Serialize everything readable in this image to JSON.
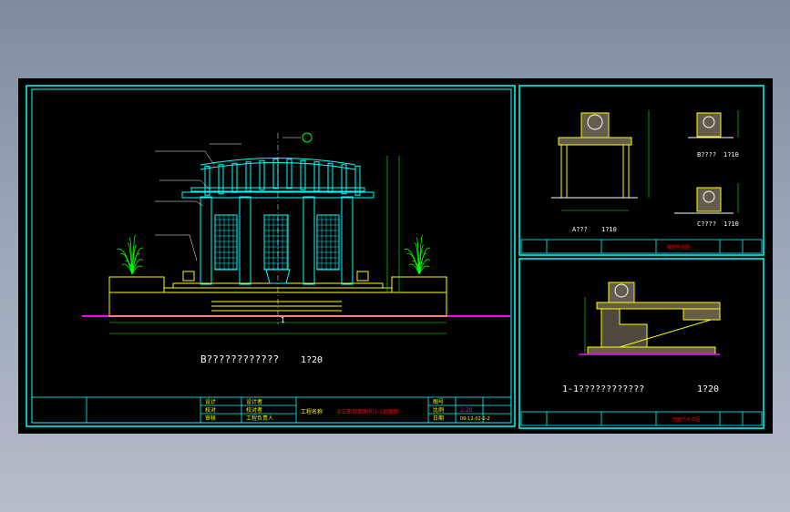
{
  "drawing": {
    "main_title": "B????????????",
    "main_scale": "1?20",
    "detail_a_label": "A???",
    "detail_a_scale": "1?10",
    "detail_b_label": "B????",
    "detail_b_scale": "1?10",
    "detail_c_label": "C????",
    "detail_c_scale": "1?10",
    "section_title": "1-1????????????",
    "section_scale": "1?20",
    "center_axis": "1"
  },
  "colors": {
    "background": "#000000",
    "border": "#00ffff",
    "structure": "#ffff00",
    "dimension": "#00ff00",
    "fill": "#c8b89a",
    "accent": "#ff0000",
    "ground": "#ff00ff",
    "tree": "#00ff00",
    "text": "#ffffff"
  },
  "title_block": {
    "designer": "设计",
    "checker": "校对",
    "approver": "审核",
    "field_1": "设计者",
    "field_2": "校对者",
    "field_3": "工程负责人",
    "project_label": "工程名称",
    "drawing_name": "B立面剖面图和1-1剖面图",
    "drawing_no_label": "图号",
    "scale_label": "比例",
    "scale_value": "1:20",
    "date_label": "日期",
    "date_value": "09-12-02-2-2"
  },
  "detail_titles": {
    "upper": "细部构造图",
    "lower": "剖面节点详图"
  }
}
